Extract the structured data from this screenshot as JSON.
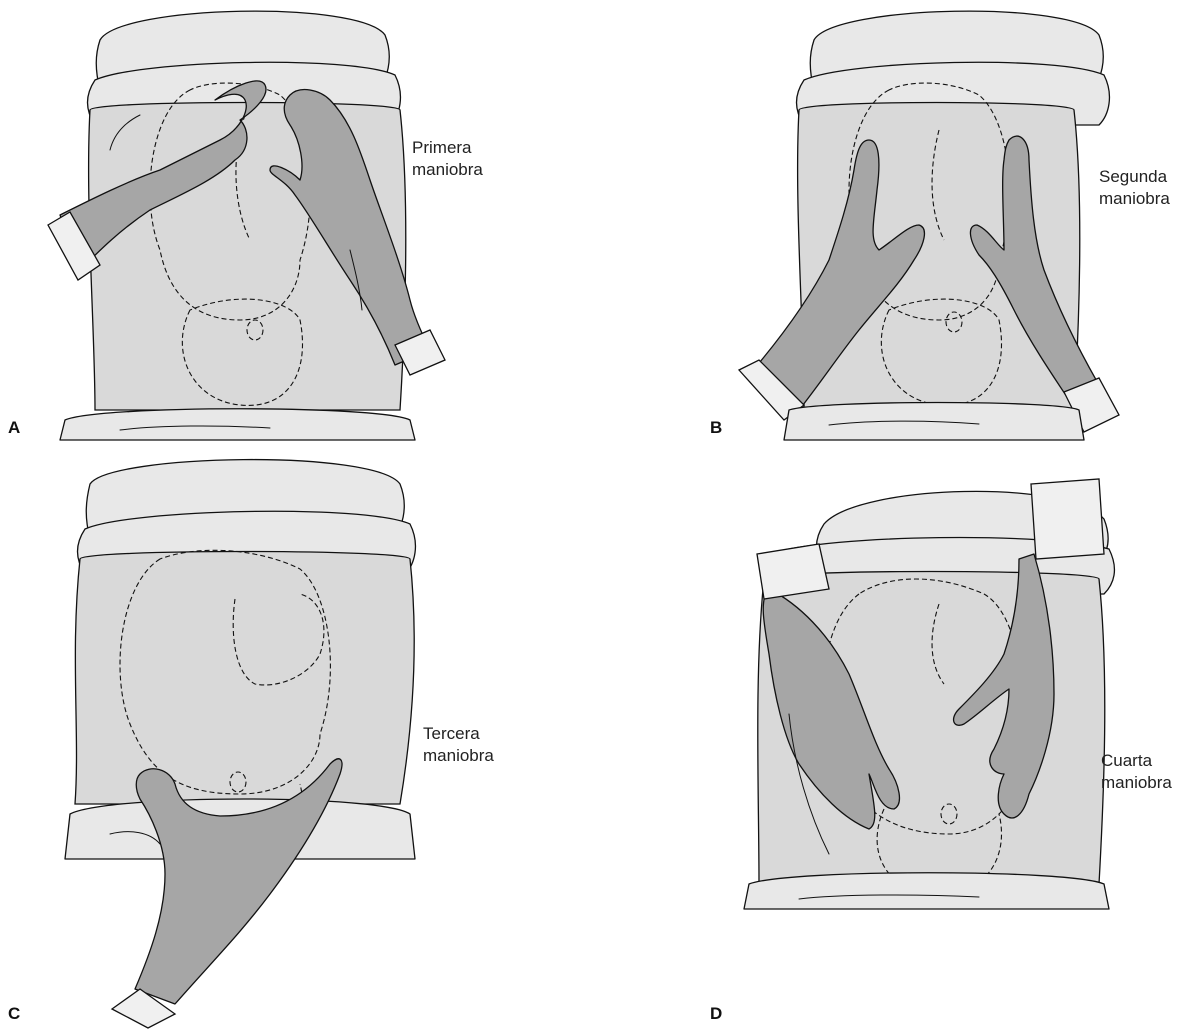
{
  "panels": [
    {
      "letter": "A",
      "caption_line1": "Primera",
      "caption_line2": "maniobra"
    },
    {
      "letter": "B",
      "caption_line1": "Segunda",
      "caption_line2": "maniobra"
    },
    {
      "letter": "C",
      "caption_line1": "Tercera",
      "caption_line2": "maniobra"
    },
    {
      "letter": "D",
      "caption_line1": "Cuarta",
      "caption_line2": "maniobra"
    }
  ],
  "colors": {
    "skin": "#d9d9d9",
    "hands": "#a6a6a6",
    "drape": "#e8e8e8",
    "outline": "#111111"
  }
}
